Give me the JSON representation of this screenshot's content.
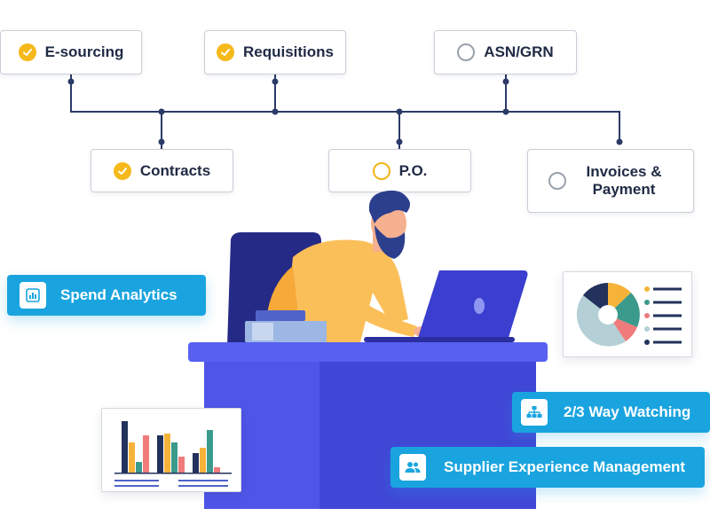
{
  "process_steps": {
    "esourcing": {
      "label": "E-sourcing",
      "status": "complete"
    },
    "requisitions": {
      "label": "Requisitions",
      "status": "complete"
    },
    "asn_grn": {
      "label": "ASN/GRN",
      "status": "pending"
    },
    "contracts": {
      "label": "Contracts",
      "status": "complete"
    },
    "po": {
      "label": "P.O.",
      "status": "in-progress"
    },
    "invoices": {
      "label": "Invoices & Payment",
      "status": "pending"
    }
  },
  "features": {
    "spend_analytics": {
      "label": "Spend Analytics",
      "icon": "bar-chart-icon"
    },
    "way_watching": {
      "label": "2/3 Way Watching",
      "icon": "org-chart-icon"
    },
    "supplier_experience": {
      "label": "Supplier Experience Management",
      "icon": "users-icon"
    }
  },
  "colors": {
    "chip_blue": "#1aa4df",
    "check_yellow": "#f6b91b",
    "connector_navy": "#2b3a67",
    "desk_blue": "#4f55e8",
    "chart_navy": "#22325c",
    "chart_orange": "#f6b33a",
    "chart_teal": "#3a9a8b",
    "chart_pink": "#ef7b7b",
    "chart_lightblue": "#b4cfd6"
  }
}
